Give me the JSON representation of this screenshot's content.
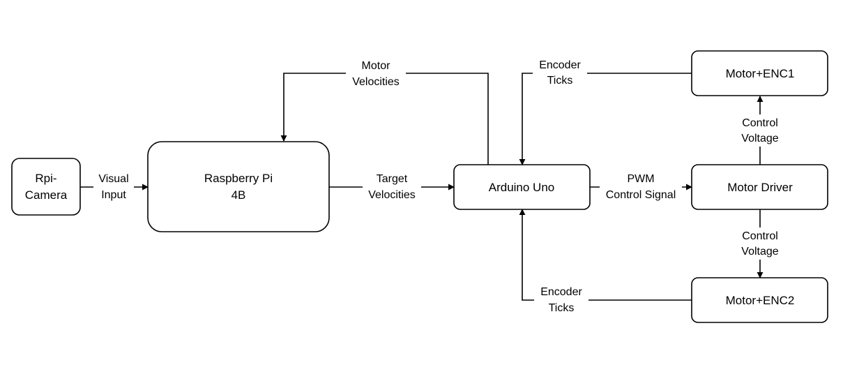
{
  "nodes": {
    "rpi_camera": {
      "line1": "Rpi-",
      "line2": "Camera"
    },
    "raspberry_pi": {
      "line1": "Raspberry Pi",
      "line2": "4B"
    },
    "arduino": {
      "label": "Arduino Uno"
    },
    "motor_driver": {
      "label": "Motor Driver"
    },
    "motor_enc1": {
      "label": "Motor+ENC1"
    },
    "motor_enc2": {
      "label": "Motor+ENC2"
    }
  },
  "edges": {
    "visual_input": {
      "line1": "Visual",
      "line2": "Input"
    },
    "target_velocities": {
      "line1": "Target",
      "line2": "Velocities"
    },
    "motor_velocities": {
      "line1": "Motor",
      "line2": "Velocities"
    },
    "pwm_control": {
      "line1": "PWM",
      "line2": "Control Signal"
    },
    "encoder_ticks_top": {
      "line1": "Encoder",
      "line2": "Ticks"
    },
    "encoder_ticks_bottom": {
      "line1": "Encoder",
      "line2": "Ticks"
    },
    "control_voltage_up": {
      "line1": "Control",
      "line2": "Voltage"
    },
    "control_voltage_down": {
      "line1": "Control",
      "line2": "Voltage"
    }
  },
  "colors": {
    "stroke": "#000000",
    "background": "#ffffff"
  }
}
